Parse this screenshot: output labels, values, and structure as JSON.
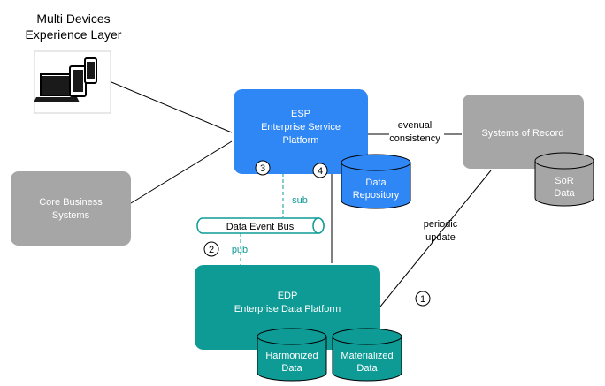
{
  "diagram": {
    "title_line1": "Multi Devices",
    "title_line2": "Experience Layer",
    "esp": {
      "line1": "ESP",
      "line2": "Enterprise Service",
      "line3": "Platform",
      "color": "#2f87f5"
    },
    "data_repository": {
      "line1": "Data",
      "line2": "Repository"
    },
    "systems_of_record": {
      "label": "Systems of Record",
      "color": "#a6a6a6"
    },
    "sor_data": {
      "line1": "SoR",
      "line2": "Data"
    },
    "core_business": {
      "line1": "Core Business",
      "line2": "Systems"
    },
    "edp": {
      "line1": "EDP",
      "line2": "Enterprise Data Platform",
      "color": "#0e9b96"
    },
    "harmonized": {
      "line1": "Harmonized",
      "line2": "Data"
    },
    "materialized": {
      "line1": "Materialized",
      "line2": "Data"
    },
    "event_bus": {
      "label": "Data Event Bus"
    },
    "labels": {
      "eventual_1": "evenual",
      "eventual_2": "consistency",
      "periodic_1": "periodic",
      "periodic_2": "update",
      "sub": "sub",
      "pub": "pub"
    },
    "steps": {
      "s1": "1",
      "s2": "2",
      "s3": "3",
      "s4": "4"
    },
    "icons": {
      "devices": "devices-icon"
    }
  }
}
